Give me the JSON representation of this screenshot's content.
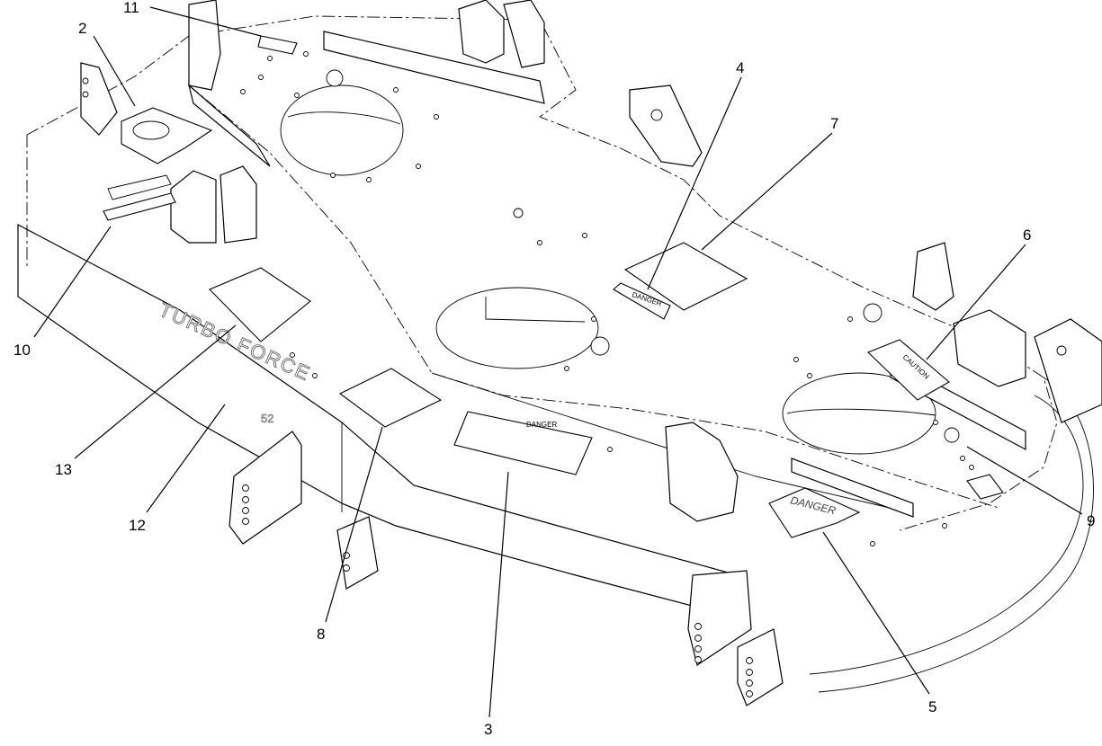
{
  "diagram": {
    "callouts": [
      {
        "id": "c1",
        "label": "11"
      },
      {
        "id": "c2",
        "label": "2"
      },
      {
        "id": "c3",
        "label": "4"
      },
      {
        "id": "c4",
        "label": "7"
      },
      {
        "id": "c5",
        "label": "6"
      },
      {
        "id": "c6",
        "label": "10"
      },
      {
        "id": "c7",
        "label": "13"
      },
      {
        "id": "c8",
        "label": "12"
      },
      {
        "id": "c9",
        "label": "8"
      },
      {
        "id": "c10",
        "label": "3"
      },
      {
        "id": "c11",
        "label": "5"
      },
      {
        "id": "c12",
        "label": "9"
      }
    ],
    "decals": {
      "danger_center": "DANGER",
      "danger_small": "DANGER",
      "danger_right": "DANGER",
      "caution": "CAUTION",
      "brand_line1": "TURBO FORCE",
      "brand_line2": "52"
    }
  }
}
